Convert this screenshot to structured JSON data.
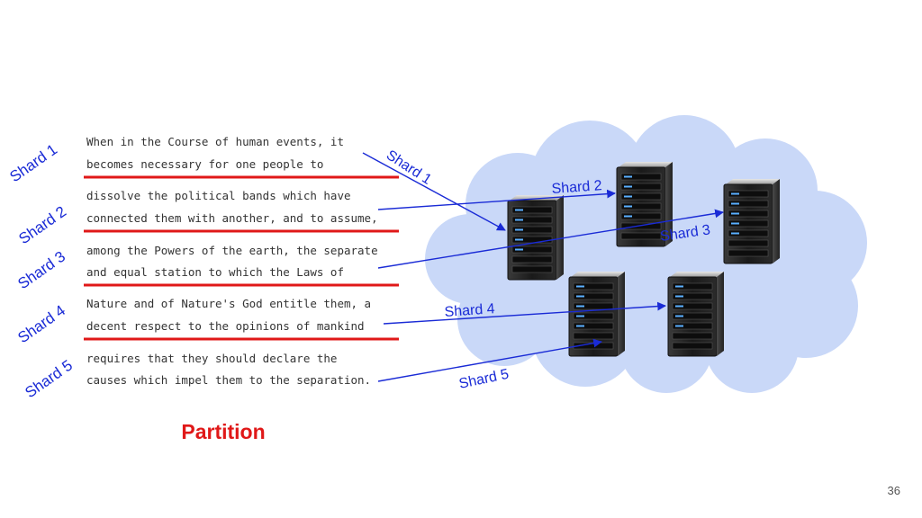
{
  "slide": {
    "page_number": "36",
    "caption": "Partition"
  },
  "colors": {
    "shard_label": "#1a2bd6",
    "divider": "#e01818",
    "caption": "#e01818",
    "cloud_fill": "#c9d8f8",
    "text": "#333333"
  },
  "text_blocks": [
    {
      "label": "Shard 1",
      "lines": [
        "When in the Course of human events, it",
        "becomes necessary for one people to"
      ]
    },
    {
      "label": "Shard 2",
      "lines": [
        "dissolve the political bands which have",
        "connected them with another, and to assume,"
      ]
    },
    {
      "label": "Shard 3",
      "lines": [
        "among the Powers of the earth, the separate",
        "and equal station to which the Laws of"
      ]
    },
    {
      "label": "Shard 4",
      "lines": [
        "Nature and of Nature's God entitle them, a",
        "decent respect to the opinions of mankind"
      ]
    },
    {
      "label": "Shard 5",
      "lines": [
        "requires that they should declare the",
        "causes which impel them to the separation."
      ]
    }
  ],
  "servers": [
    {
      "label": "Shard 1",
      "icon": "server-icon"
    },
    {
      "label": "Shard 2",
      "icon": "server-icon"
    },
    {
      "label": "Shard 3",
      "icon": "server-icon"
    },
    {
      "label": "Shard 4",
      "icon": "server-icon"
    },
    {
      "label": "Shard 5",
      "icon": "server-icon"
    }
  ]
}
